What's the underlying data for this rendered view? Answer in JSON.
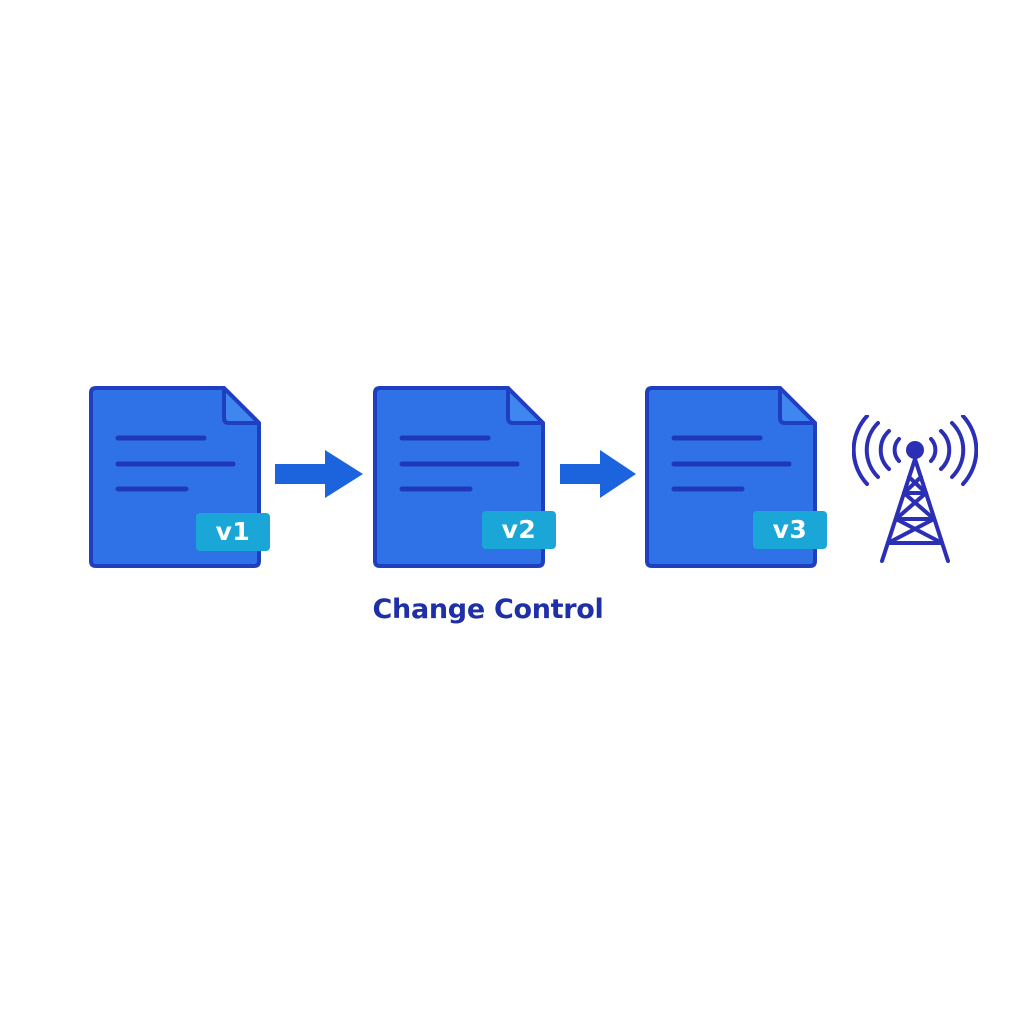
{
  "diagram": {
    "caption": "Change Control",
    "documents": [
      {
        "version_label": "v1"
      },
      {
        "version_label": "v2"
      },
      {
        "version_label": "v3"
      }
    ],
    "endpoint_icon": "radio-tower-icon",
    "document_icon": "document-icon",
    "connector_icon": "arrow-right-icon"
  },
  "colors": {
    "document_fill": "#2f72e8",
    "document_outline": "#1f3fbf",
    "text_lines": "#1f38b8",
    "badge": "#1aa6d6",
    "arrow": "#1c64de",
    "tower": "#2b2fb5",
    "caption": "#1e2fa8"
  }
}
